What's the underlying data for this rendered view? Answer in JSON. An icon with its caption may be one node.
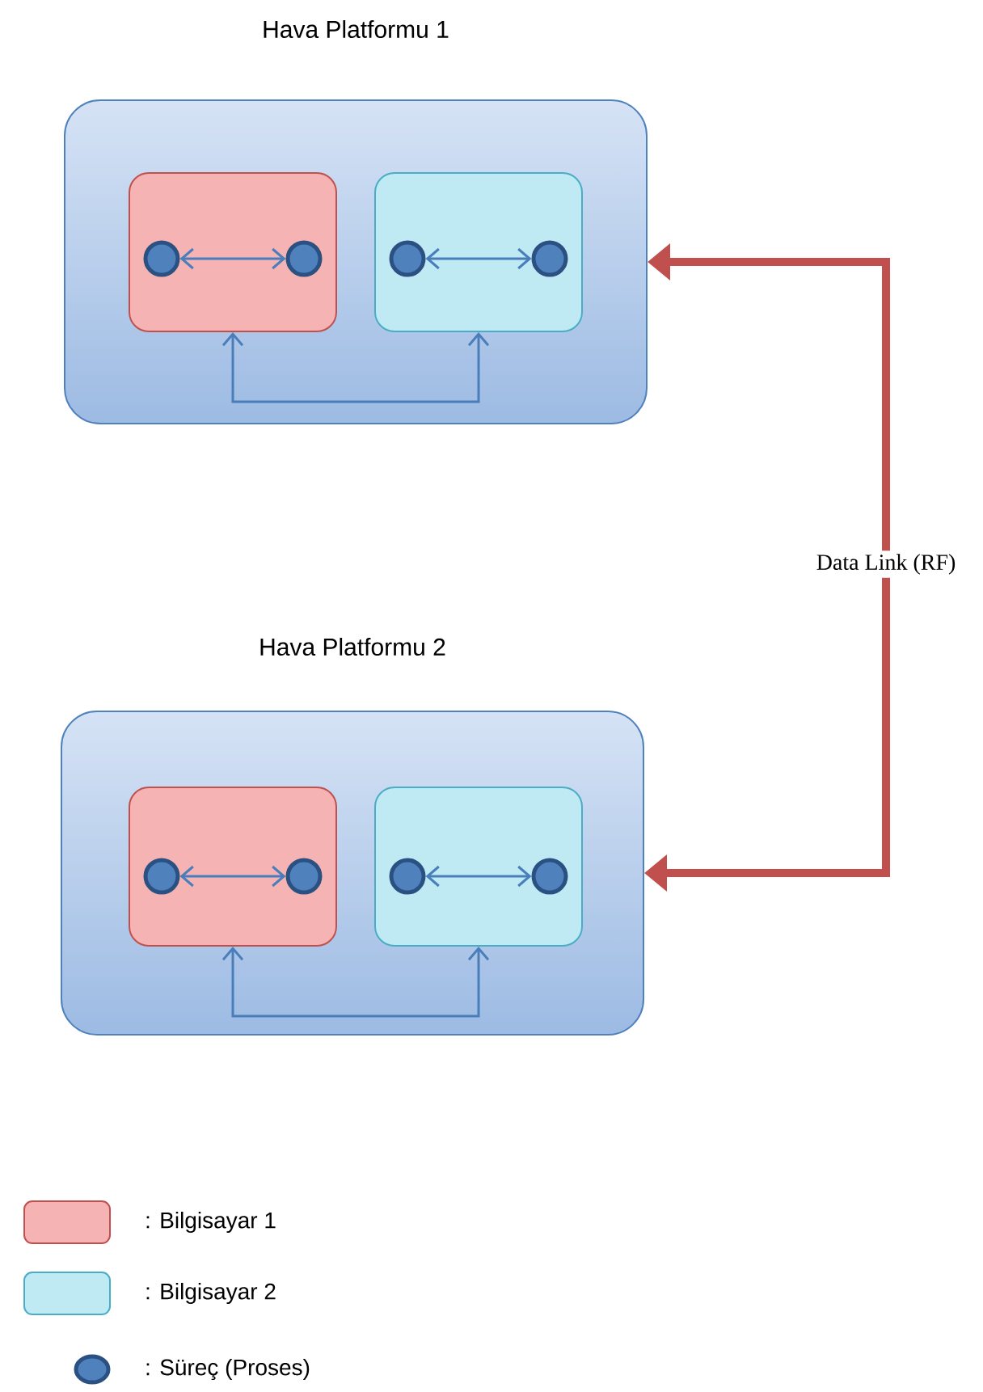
{
  "diagram": {
    "nodes": [
      {
        "text": [
          "Hava Platformu 1"
        ]
      },
      {
        "text": [],
        "shape": "box",
        "in": 0
      },
      {
        "text": [],
        "shape": "circle",
        "in": 1
      },
      {
        "text": [],
        "shape": "circle",
        "in": 1
      },
      {
        "text": [],
        "shape": "box",
        "in": 0
      },
      {
        "text": [],
        "shape": "circle",
        "in": 4
      },
      {
        "text": [],
        "shape": "circle",
        "in": 4
      },
      {
        "text": [
          "Hava Platformu 2"
        ]
      },
      {
        "text": [],
        "shape": "box",
        "in": 7
      },
      {
        "text": [],
        "shape": "circle",
        "in": 8
      },
      {
        "text": [],
        "shape": "circle",
        "in": 8
      },
      {
        "text": [],
        "shape": "box",
        "in": 7
      },
      {
        "text": [],
        "shape": "circle",
        "in": 11
      },
      {
        "text": [],
        "shape": "circle",
        "in": 11
      }
    ],
    "edges": [
      {
        "from": 2,
        "to": 3,
        "arrow": "both"
      },
      {
        "from": 5,
        "to": 6,
        "arrow": "both"
      },
      {
        "from": 1,
        "to": 4,
        "arrow": "both"
      },
      {
        "from": 9,
        "to": 10,
        "arrow": "both"
      },
      {
        "from": 12,
        "to": 13,
        "arrow": "both"
      },
      {
        "from": 8,
        "to": 11,
        "arrow": "both"
      },
      {
        "from": 0,
        "to": 7,
        "arrow": "both",
        "label": "Data Link (RF)",
        "style": "thick",
        "color": "#c0504d"
      }
    ],
    "legend": [
      {
        "text": ": Bilgisayar 1",
        "color": "#f6b3b3"
      },
      {
        "text": ": Bilgisayar 2",
        "color": "#bfeaf3"
      },
      {
        "text": ": Süreç (Proses)"
      }
    ]
  }
}
